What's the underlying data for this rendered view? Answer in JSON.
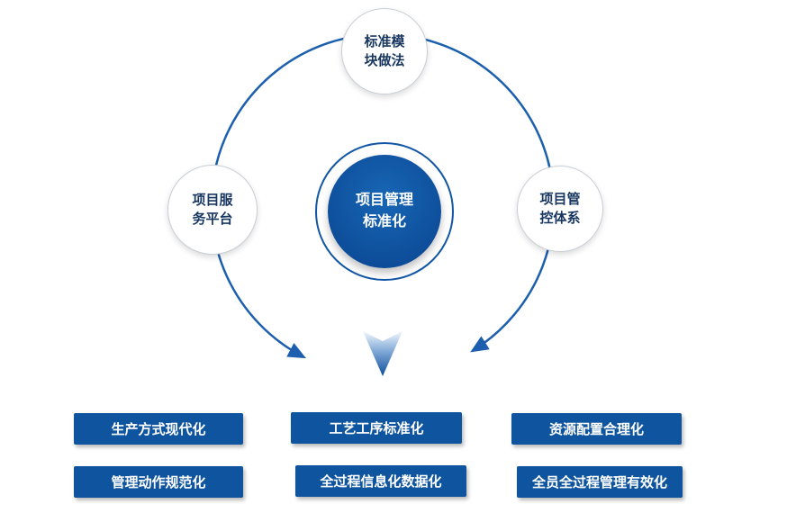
{
  "diagram": {
    "center": {
      "line1": "项目管理",
      "line2": "标准化"
    },
    "satellites": {
      "top": {
        "line1": "标准模",
        "line2": "块做法"
      },
      "left": {
        "line1": "项目服",
        "line2": "务平台"
      },
      "right": {
        "line1": "项目管",
        "line2": "控体系"
      }
    },
    "boxes": [
      {
        "label": "生产方式现代化"
      },
      {
        "label": "工艺工序标准化"
      },
      {
        "label": "资源配置合理化"
      },
      {
        "label": "管理动作规范化"
      },
      {
        "label": "全过程信息化数据化"
      },
      {
        "label": "全员全过程管理有效化"
      }
    ],
    "colors": {
      "primary": "#0f549f",
      "arc": "#1b5fae"
    }
  }
}
